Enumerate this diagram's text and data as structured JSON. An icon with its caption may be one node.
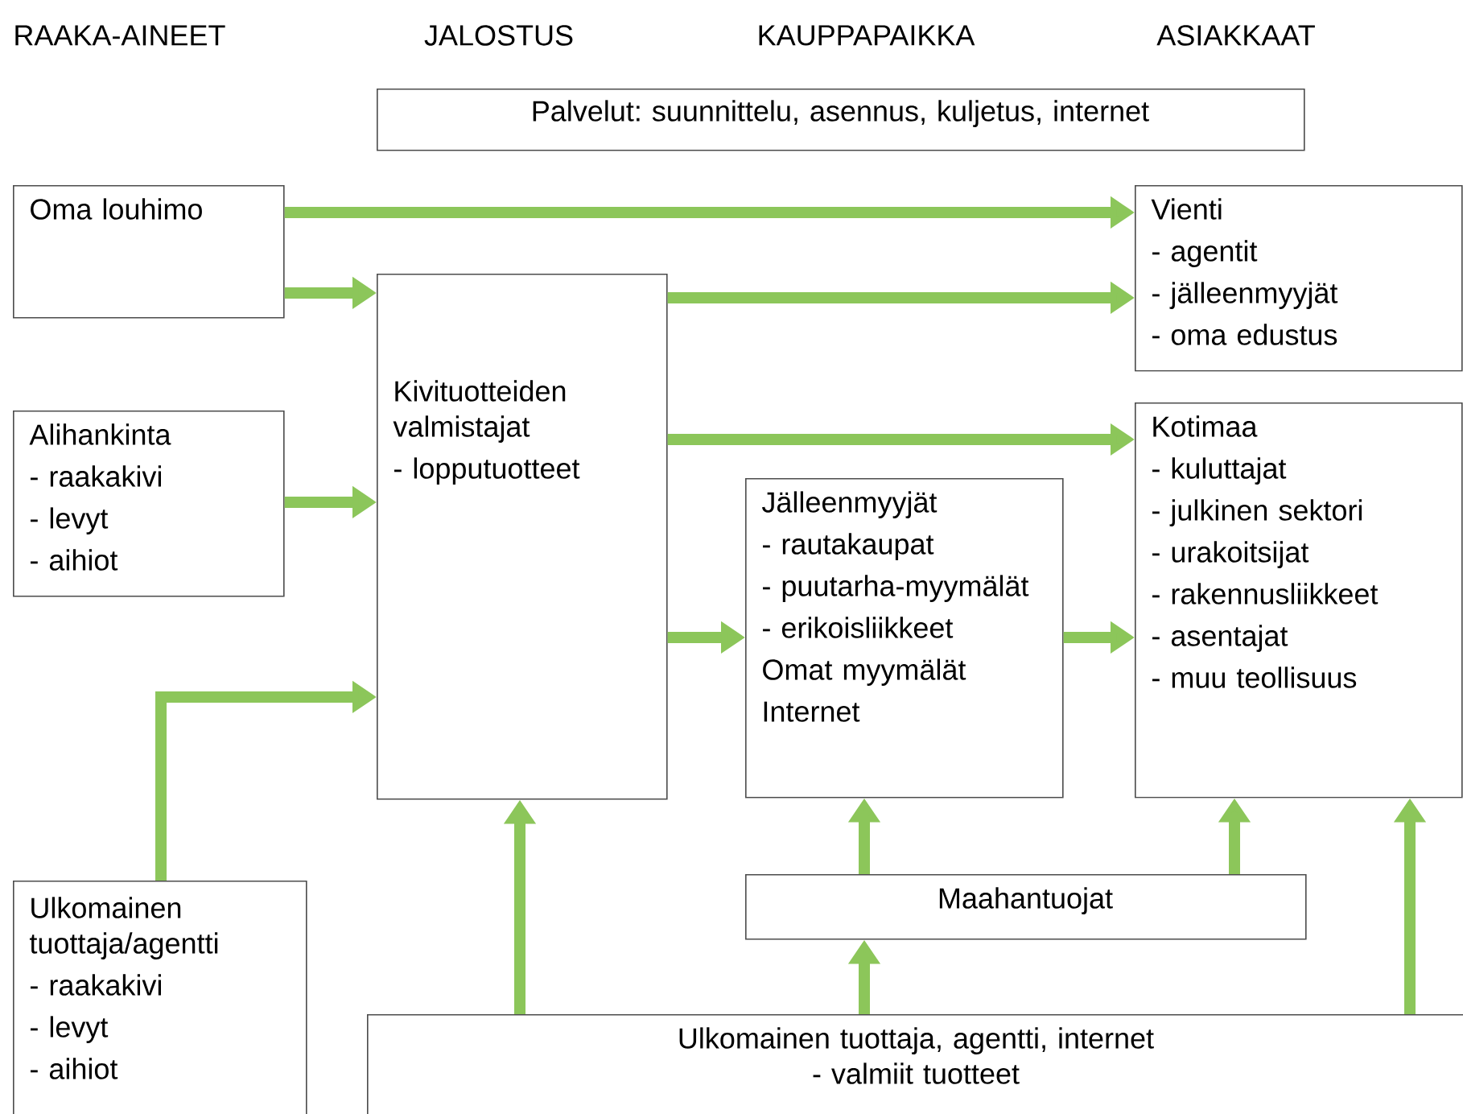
{
  "diagram": {
    "nodes": [
      {
        "text": [
          "Palvelut: suunnittelu, asennus, kuljetus, internet"
        ]
      },
      {
        "text": [
          "Oma louhimo"
        ]
      },
      {
        "text": [
          "Vienti",
          "- agentit",
          "- jälleenmyyjät",
          "- oma edustus"
        ]
      },
      {
        "text": [
          "Kivituotteiden valmistajat",
          "- lopputuotteet"
        ]
      },
      {
        "text": [
          "Alihankinta",
          "- raakakivi",
          "- levyt",
          "- aihiot"
        ]
      },
      {
        "text": [
          "Kotimaa",
          "- kuluttajat",
          "- julkinen sektori",
          "- urakoitsijat",
          "- rakennusliikkeet",
          "- asentajat",
          "- muu teollisuus"
        ]
      },
      {
        "text": [
          "Jälleenmyyjät",
          "- rautakaupat",
          "- puutarha-myymälät",
          "- erikoisliikkeet",
          "Omat myymälät",
          "Internet"
        ]
      },
      {
        "text": [
          "Maahantuojat"
        ]
      },
      {
        "text": [
          "Ulkomainen tuottaja/agentti",
          "- raakakivi",
          "- levyt",
          "- aihiot"
        ]
      },
      {
        "text": [
          "Ulkomainen tuottaja, agentti, internet",
          "- valmiit tuotteet"
        ]
      }
    ],
    "edges": [
      {
        "from": 1,
        "to": 2,
        "arrow": "to"
      },
      {
        "from": 1,
        "to": 3,
        "arrow": "to"
      },
      {
        "from": 3,
        "to": 2,
        "arrow": "to"
      },
      {
        "from": 3,
        "to": 5,
        "arrow": "to"
      },
      {
        "from": 4,
        "to": 3,
        "arrow": "to"
      },
      {
        "from": 8,
        "to": 3,
        "arrow": "to"
      },
      {
        "from": 3,
        "to": 6,
        "arrow": "to"
      },
      {
        "from": 6,
        "to": 5,
        "arrow": "to"
      },
      {
        "from": 7,
        "to": 6,
        "arrow": "to"
      },
      {
        "from": 9,
        "to": 7,
        "arrow": "to"
      },
      {
        "from": 9,
        "to": 3,
        "arrow": "to"
      },
      {
        "from": 9,
        "to": 5,
        "arrow": "to"
      },
      {
        "from": 7,
        "to": 5,
        "arrow": "to"
      }
    ],
    "labels": [
      "RAAKA-AINEET",
      "JALOSTUS",
      "KAUPPAPAIKKA",
      "ASIAKKAAT"
    ]
  }
}
